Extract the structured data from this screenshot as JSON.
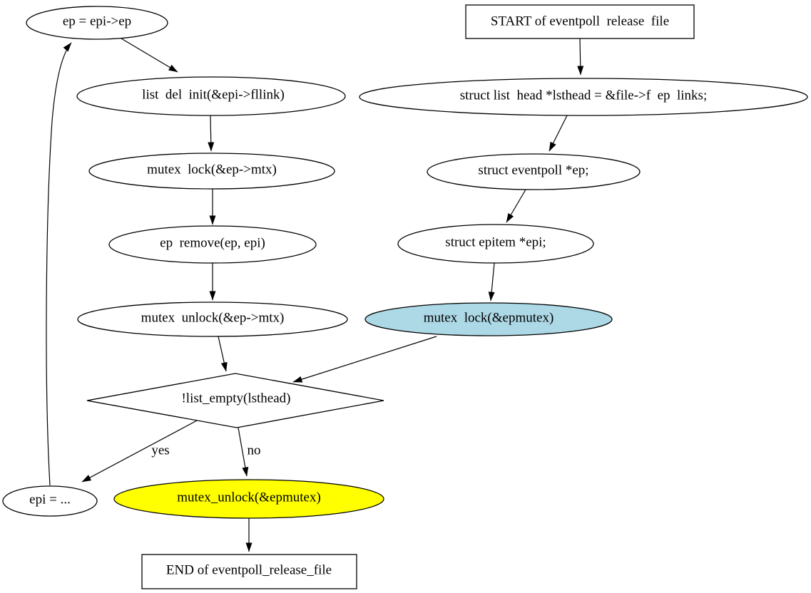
{
  "diagram": {
    "title": "eventpoll_release_file flowchart",
    "colors": {
      "background": "#ffffff",
      "stroke": "#000000",
      "node_fill": "#ffffff",
      "highlight_blue": "#add8e6",
      "highlight_yellow": "#ffff00"
    },
    "nodes": {
      "start": {
        "shape": "box",
        "label": "START of eventpoll  release  file"
      },
      "lsthead": {
        "shape": "ellipse",
        "label": "struct list  head *lsthead = &file->f  ep  links;"
      },
      "eventpoll_ep": {
        "shape": "ellipse",
        "label": "struct eventpoll *ep;"
      },
      "epitem_epi": {
        "shape": "ellipse",
        "label": "struct epitem *epi;"
      },
      "mutex_lock_epmutex": {
        "shape": "ellipse",
        "label": "mutex  lock(&epmutex)",
        "fill": "#add8e6"
      },
      "ep_assign": {
        "shape": "ellipse",
        "label": "ep = epi->ep"
      },
      "list_del_init": {
        "shape": "ellipse",
        "label": "list  del  init(&epi->fllink)"
      },
      "mutex_lock_ep": {
        "shape": "ellipse",
        "label": "mutex  lock(&ep->mtx)"
      },
      "ep_remove": {
        "shape": "ellipse",
        "label": "ep  remove(ep, epi)"
      },
      "mutex_unlock_ep": {
        "shape": "ellipse",
        "label": "mutex  unlock(&ep->mtx)"
      },
      "list_empty_check": {
        "shape": "diamond",
        "label": "!list_empty(lsthead)"
      },
      "epi_next": {
        "shape": "ellipse",
        "label": "epi = ..."
      },
      "mutex_unlock_epmutex": {
        "shape": "ellipse",
        "label": "mutex_unlock(&epmutex)",
        "fill": "#ffff00"
      },
      "end": {
        "shape": "box",
        "label": "END of eventpoll_release_file"
      }
    },
    "edge_labels": {
      "yes": "yes",
      "no": "no"
    }
  }
}
